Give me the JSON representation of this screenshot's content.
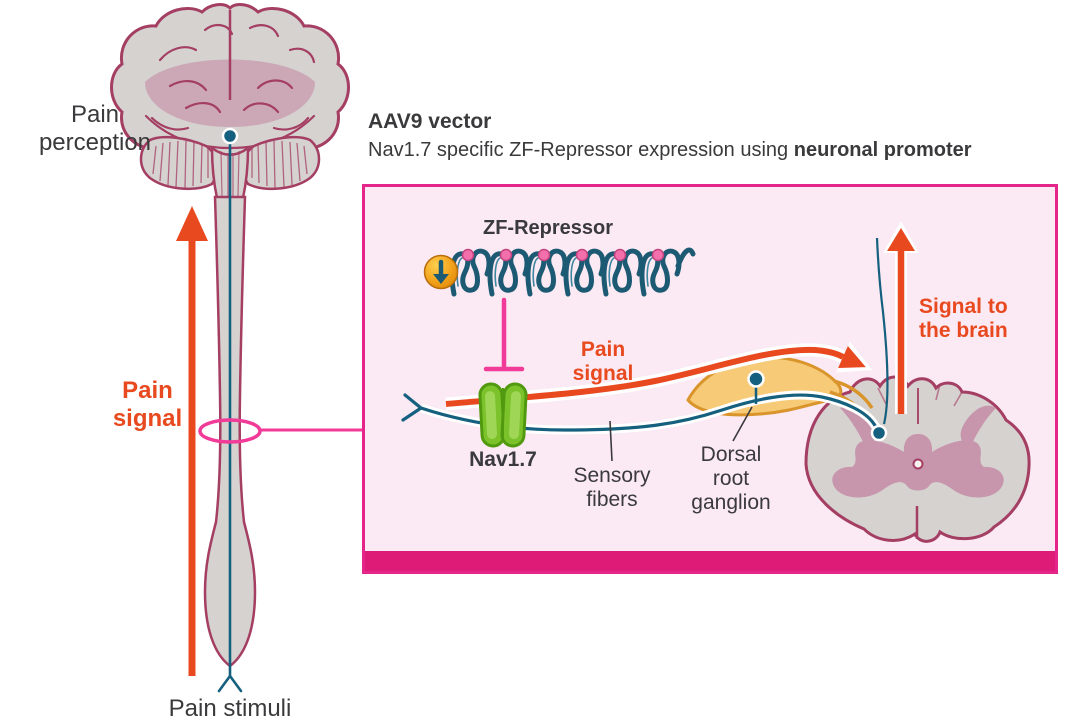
{
  "left_panel": {
    "pain_perception_label": "Pain perception",
    "pain_signal_label": "Pain signal",
    "pain_stimuli_label": "Pain stimuli"
  },
  "header": {
    "title": "AAV9 vector",
    "subtitle_prefix": "Nav1.7 specific ZF-Repressor expression using ",
    "subtitle_bold": "neuronal promoter"
  },
  "diagram_box": {
    "zf_repressor_label": "ZF-Repressor",
    "pain_signal_label": "Pain signal",
    "nav17_label": "Nav1.7",
    "sensory_fibers_label": "Sensory fibers",
    "dorsal_root_ganglion_label": "Dorsal root ganglion",
    "signal_to_brain_label": "Signal to the brain"
  },
  "icons": {
    "downregulation_badge": "circle-down-arrow",
    "down_arrow_glyph": "↓",
    "inhibition_symbol": "t-bar"
  },
  "colors": {
    "accent_orange": "#E8491F",
    "magenta": "#E6258B",
    "magenta_bright": "#F23A99",
    "box_fill": "#FBE9F3",
    "box_bar": "#DE1C78",
    "teal_fiber": "#15607E",
    "channel_green": "#7CC32B",
    "channel_green_dark": "#519A0F",
    "ganglion_yellow": "#F6CA77",
    "ganglion_dark": "#D9952B",
    "tissue_grey": "#D5D2D0",
    "tissue_outline": "#A43E63",
    "grey_matter_mauve": "#C795AC",
    "text_dark": "#3A3A3C",
    "zf_teal": "#1C5A74"
  }
}
